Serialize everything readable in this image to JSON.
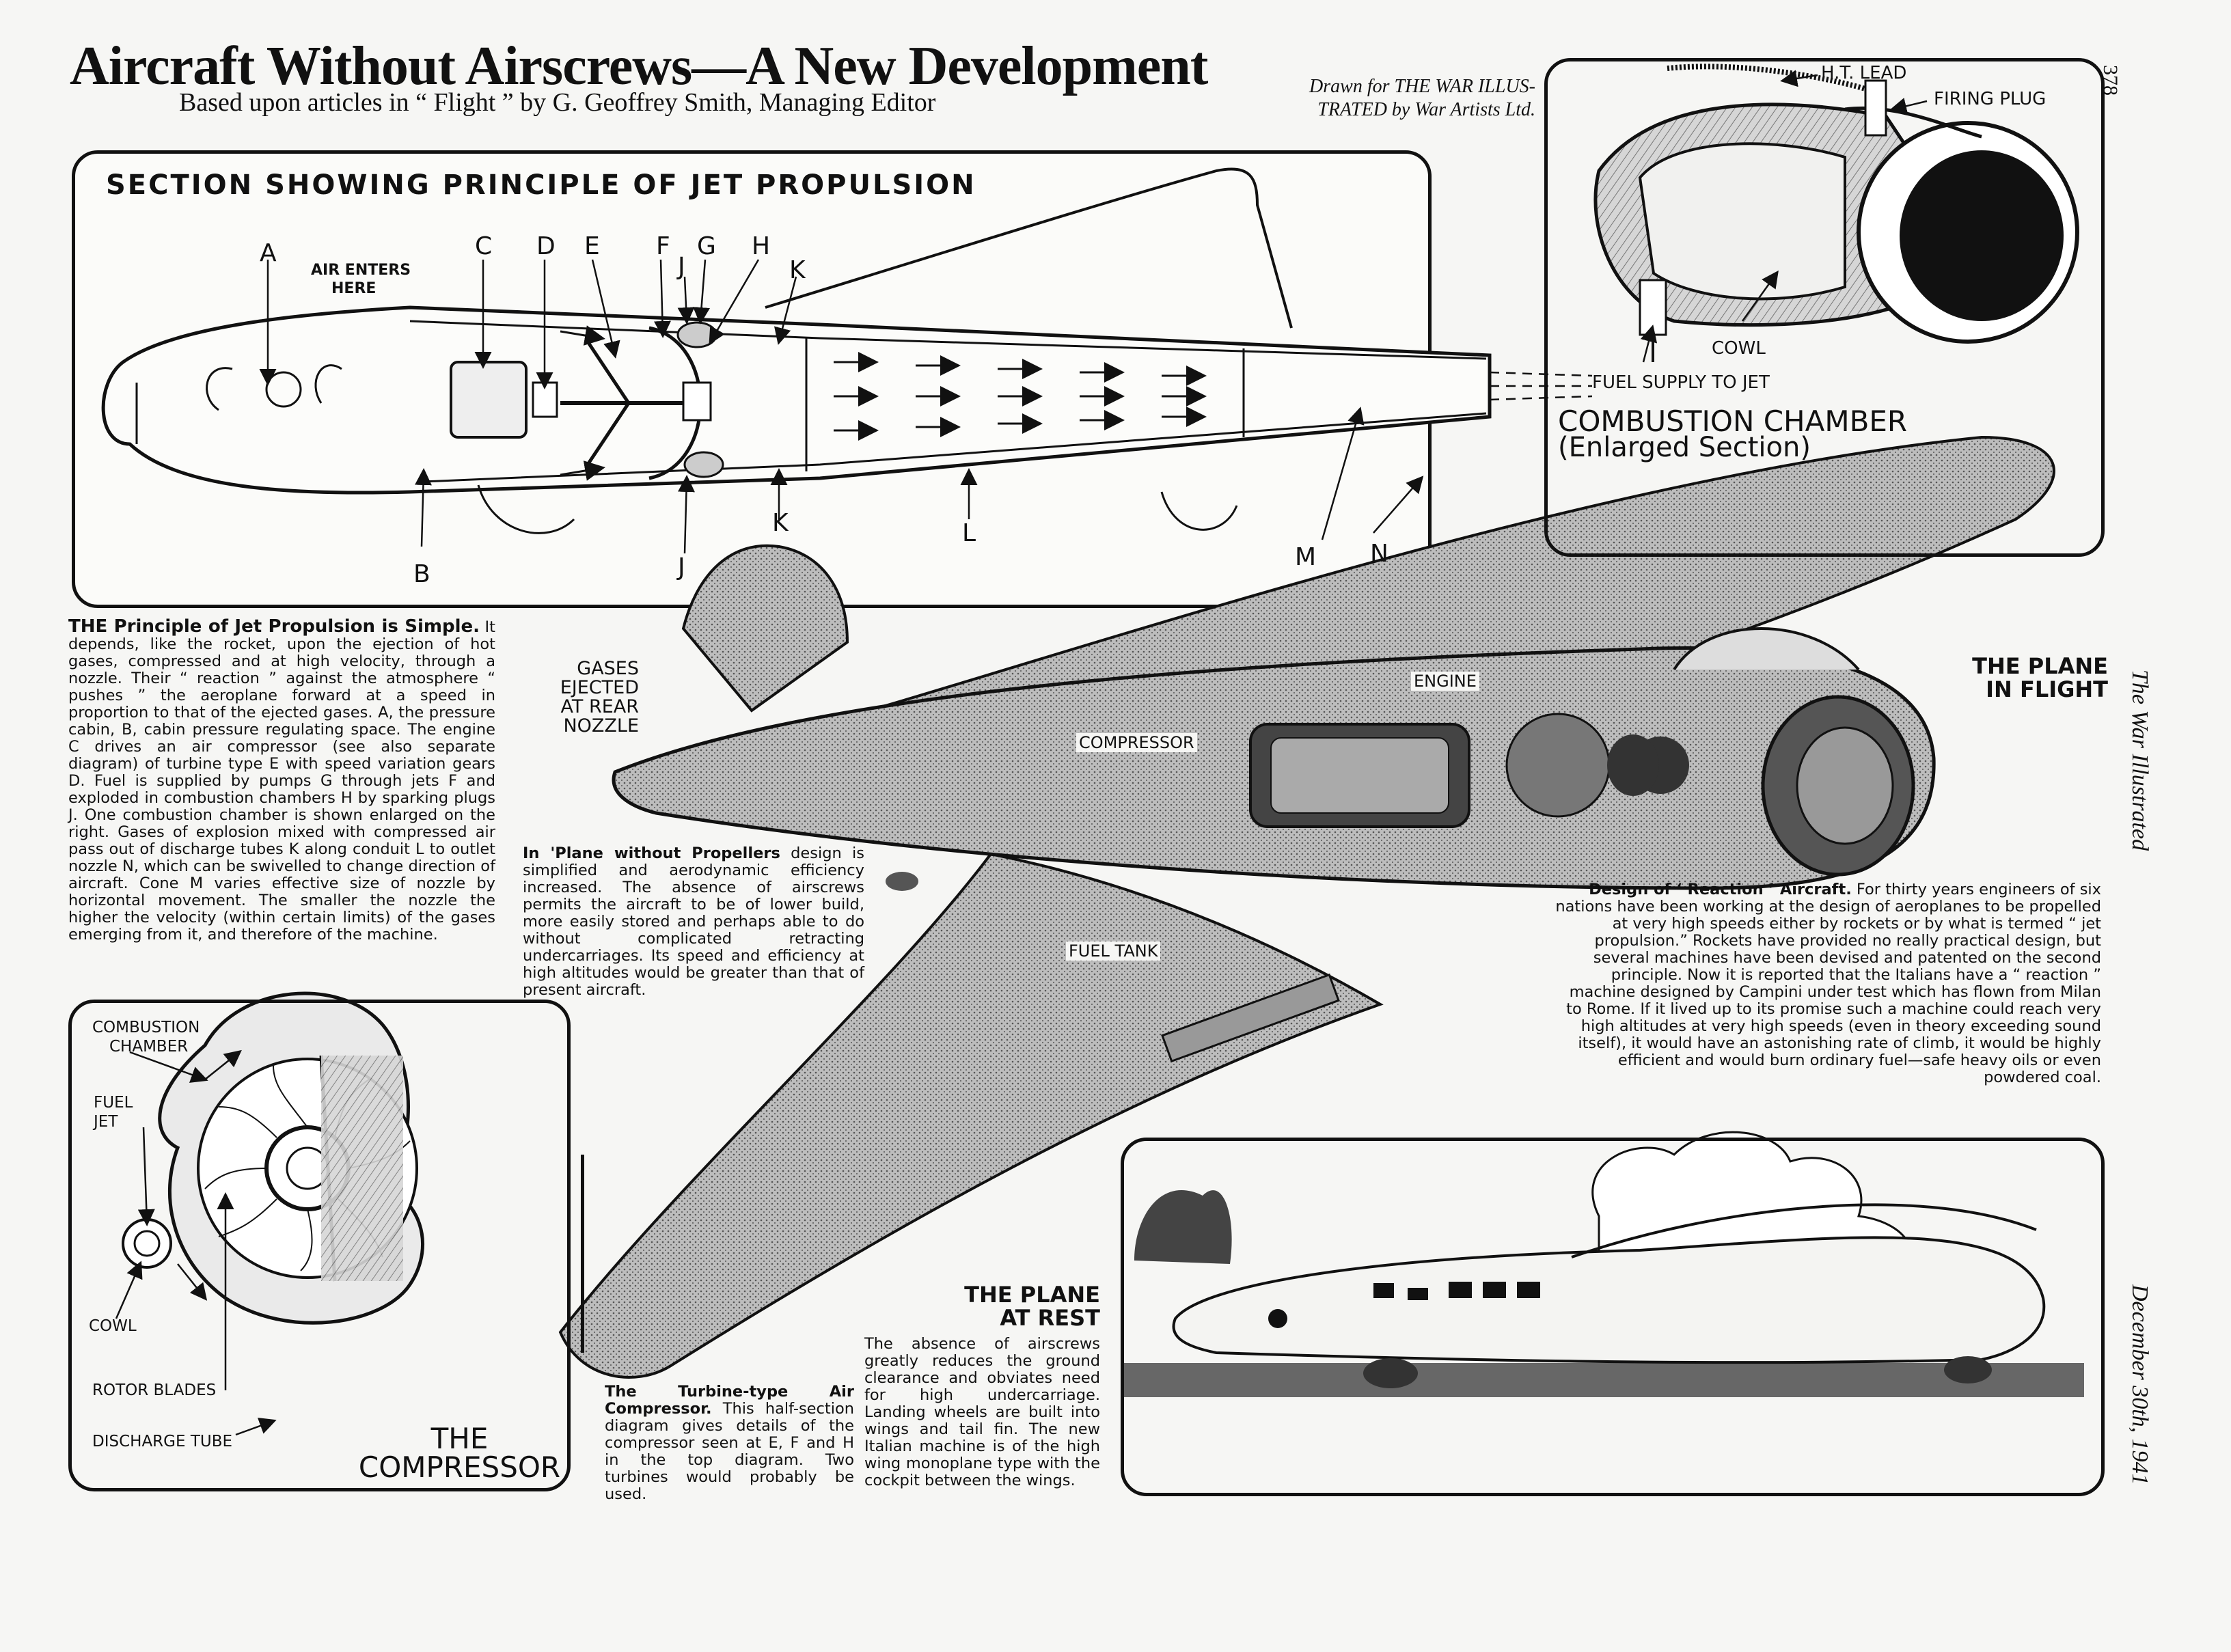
{
  "header": {
    "title": "Aircraft Without Airscrews—A New Development",
    "subtitle": "Based upon articles in “ Flight ” by G. Geoffrey Smith, Managing Editor",
    "credit_line1": "Drawn for THE WAR ILLUS-",
    "credit_line2": "TRATED by War Artists Ltd.",
    "page_number": "378",
    "publication": "The War Illustrated",
    "date": "December 30th, 1941"
  },
  "section_diagram": {
    "title": "SECTION SHOWING PRINCIPLE OF JET PROPULSION",
    "air_enters": "AIR ENTERS",
    "air_enters_2": "HERE",
    "letters": {
      "A": "A",
      "B": "B",
      "C": "C",
      "D": "D",
      "E": "E",
      "F": "F",
      "G": "G",
      "H": "H",
      "J": "J",
      "K": "K",
      "L": "L",
      "M": "M",
      "N": "N"
    }
  },
  "combustion_chamber": {
    "title": "COMBUSTION CHAMBER",
    "subtitle": "(Enlarged Section)",
    "ht_lead": "H.T. LEAD",
    "firing_plug": "FIRING PLUG",
    "cowl": "COWL",
    "fuel_supply": "FUEL SUPPLY TO JET"
  },
  "principle_text": {
    "lead": "THE Principle of Jet Propulsion is Simple.",
    "body": "It depends, like the rocket, upon the ejection of hot gases, compressed and at high velocity, through a nozzle. Their “ reaction ” against the atmosphere “ pushes ” the aeroplane forward at a speed in proportion to that of the ejected gases. A, the pressure cabin, B, cabin pressure regulating space. The engine C drives an air compressor (see also separate diagram) of turbine type E with speed variation gears D. Fuel is supplied by pumps G through jets F and exploded in combustion chambers H by sparking plugs J. One combustion chamber is shown enlarged on the right. Gases of explosion mixed with compressed air pass out of discharge tubes K along conduit L to outlet nozzle N, which can be swivelled to change direction of aircraft. Cone M varies effective size of nozzle by horizontal movement. The smaller the nozzle the higher the velocity (within certain limits) of the gases emerging from it, and therefore of the machine."
  },
  "propellers_text": {
    "lead": "In 'Plane without Propellers",
    "body": "design is simplified and aerodynamic efficiency increased. The absence of airscrews permits the aircraft to be of lower build, more easily stored and perhaps able to do without complicated retracting undercarriages. Its speed and efficiency at high altitudes would be greater than that of present aircraft."
  },
  "plane_in_flight": {
    "heading1": "THE PLANE",
    "heading2": "IN FLIGHT",
    "gases1": "GASES",
    "gases2": "EJECTED",
    "gases3": "AT REAR",
    "gases4": "NOZZLE",
    "engine": "ENGINE",
    "compressor": "COMPRESSOR",
    "fuel_tank": "FUEL TANK"
  },
  "reaction_text": {
    "lead": "Design of ‘ Reaction ’ Aircraft.",
    "body": "For thirty years engineers of six nations have been working at the design of aeroplanes to be propelled at very high speeds either by rockets or by what is termed “ jet propulsion.” Rockets have provided no really practical design, but several machines have been devised and patented on the second principle. Now it is reported that the Italians have a “ reaction ” machine designed by Campini under test which has flown from Milan to Rome. If it lived up to its promise such a machine could reach very high altitudes at very high speeds (even in theory exceeding sound itself), it would have an astonishing rate of climb, it would be highly efficient and would burn ordinary fuel—safe heavy oils or even powdered coal."
  },
  "compressor_diagram": {
    "combustion1": "COMBUSTION",
    "combustion2": "CHAMBER",
    "fuel1": "FUEL",
    "fuel2": "JET",
    "cowl": "COWL",
    "rotor": "ROTOR BLADES",
    "discharge": "DISCHARGE TUBE",
    "title1": "THE",
    "title2": "COMPRESSOR"
  },
  "turbine_text": {
    "lead": "The Turbine-type Air Compressor.",
    "body": "This half-section diagram gives details of the compressor seen at E, F and H in the top diagram. Two turbines would probably be used."
  },
  "plane_at_rest": {
    "heading1": "THE PLANE",
    "heading2": "AT REST",
    "body": "The absence of airscrews greatly reduces the ground clearance and obviates need for high undercarriage. Landing wheels are built into wings and tail fin. The new Italian machine is of the high wing monoplane type with the cockpit between the wings."
  }
}
